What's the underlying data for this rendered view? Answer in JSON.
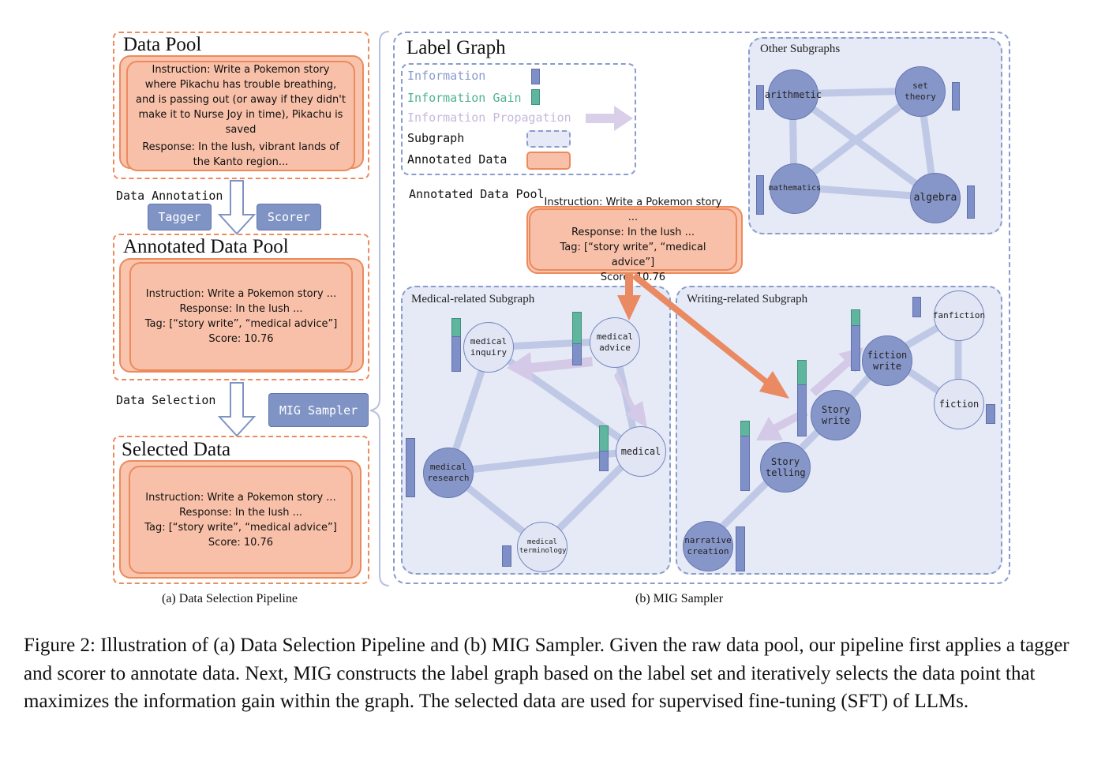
{
  "left_panel": {
    "data_pool": {
      "title": "Data Pool",
      "instruction": "Instruction: Write a Pokemon story where Pikachu has trouble breathing, and is passing out (or away if they didn't make it to Nurse Joy in time), Pikachu is saved",
      "response": "Response: In the lush, vibrant lands of the Kanto region..."
    },
    "data_annotation_label": "Data Annotation",
    "tagger_label": "Tagger",
    "scorer_label": "Scorer",
    "annotated_pool": {
      "title": "Annotated Data Pool",
      "instruction": "Instruction: Write a Pokemon story ...",
      "response": "Response: In the lush ...",
      "tag": "Tag: [“story write”, “medical advice”]",
      "score": "Score: 10.76"
    },
    "data_selection_label": "Data Selection",
    "mig_sampler_label": "MIG Sampler",
    "selected_data": {
      "title": "Selected Data",
      "instruction": "Instruction: Write a Pokemon story ...",
      "response": "Response: In the lush ...",
      "tag": "Tag: [“story write”, “medical advice”]",
      "score": "Score: 10.76"
    },
    "caption": "(a) Data Selection Pipeline"
  },
  "right_panel": {
    "title": "Label Graph",
    "legend": {
      "information": "Information",
      "information_gain": "Information Gain",
      "information_propagation": "Information Propagation",
      "subgraph": "Subgraph",
      "annotated_data": "Annotated Data"
    },
    "annotated_data_pool_label": "Annotated Data Pool",
    "pool_card": {
      "instruction": "Instruction: Write a Pokemon story ...",
      "response": "Response: In the lush ...",
      "tag": "Tag: [“story write”, “medical advice”]",
      "score": "Score: 10.76"
    },
    "other_subgraphs": {
      "title": "Other Subgraphs",
      "nodes": {
        "arithmetic": "arithmetic",
        "set_theory": "set theory",
        "mathematics": "mathematics",
        "algebra": "algebra"
      }
    },
    "medical_subgraph": {
      "title": "Medical-related Subgraph",
      "nodes": {
        "inquiry": "medical inquiry",
        "advice": "medical advice",
        "medical": "medical",
        "research": "medical research",
        "terminology": "medical terminology"
      }
    },
    "writing_subgraph": {
      "title": "Writing-related Subgraph",
      "nodes": {
        "fanfiction": "fanfiction",
        "fiction_write": "fiction write",
        "fiction": "fiction",
        "story_write": "Story write",
        "story_telling": "Story telling",
        "narrative": "narrative creation"
      }
    },
    "caption": "(b) MIG Sampler"
  },
  "colors": {
    "information": "#7f8fc8",
    "information_gain": "#5fb59e",
    "propagation": "#c9bde0",
    "annotated": "#f8c0a8",
    "subgraph_fill": "#e6eaf6"
  },
  "figure_caption": "Figure 2: Illustration of (a) Data Selection Pipeline and (b) MIG Sampler. Given the raw data pool, our pipeline first applies a tagger and scorer to annotate data. Next, MIG constructs the label graph based on the label set and iteratively selects the data point that maximizes the information gain within the graph. The selected data are used for supervised fine-tuning (SFT) of LLMs."
}
